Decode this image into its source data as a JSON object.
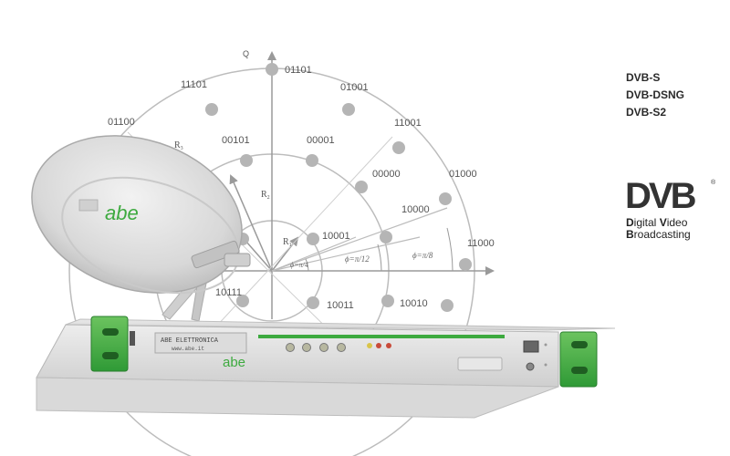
{
  "constellation": {
    "axis_label_q": "Q",
    "radius_labels": [
      "R",
      "R",
      "R"
    ],
    "radius_subs": [
      "3",
      "2",
      "1"
    ],
    "angle_labels": [
      "ϕ=π/4",
      "ϕ=π/12",
      "ϕ=π/8"
    ],
    "point_labels": [
      "01101",
      "11101",
      "01001",
      "01100",
      "11001",
      "00101",
      "00001",
      "01000",
      "00000",
      "10001",
      "10000",
      "11000",
      "10111",
      "10011",
      "10010"
    ]
  },
  "dish": {
    "brand": "abe"
  },
  "device": {
    "lcd_line1": "ABE ELETTRONICA",
    "lcd_line2": "www.abe.it",
    "brand": "abe"
  },
  "formats": [
    "DVB-S",
    "DVB-DSNG",
    "DVB-S2"
  ],
  "dvb_logo": {
    "letters": "DVB",
    "line1_cap": "D",
    "line1_rest": "igital ",
    "line1_cap2": "V",
    "line1_rest2": "ideo",
    "line2_cap": "B",
    "line2_rest": "roadcasting"
  },
  "colors": {
    "brand_green": "#3daa3f",
    "circle_gray": "#b8b8b8",
    "dot_gray": "#b5b5b5",
    "arrow_gray": "#9a9a9a"
  }
}
